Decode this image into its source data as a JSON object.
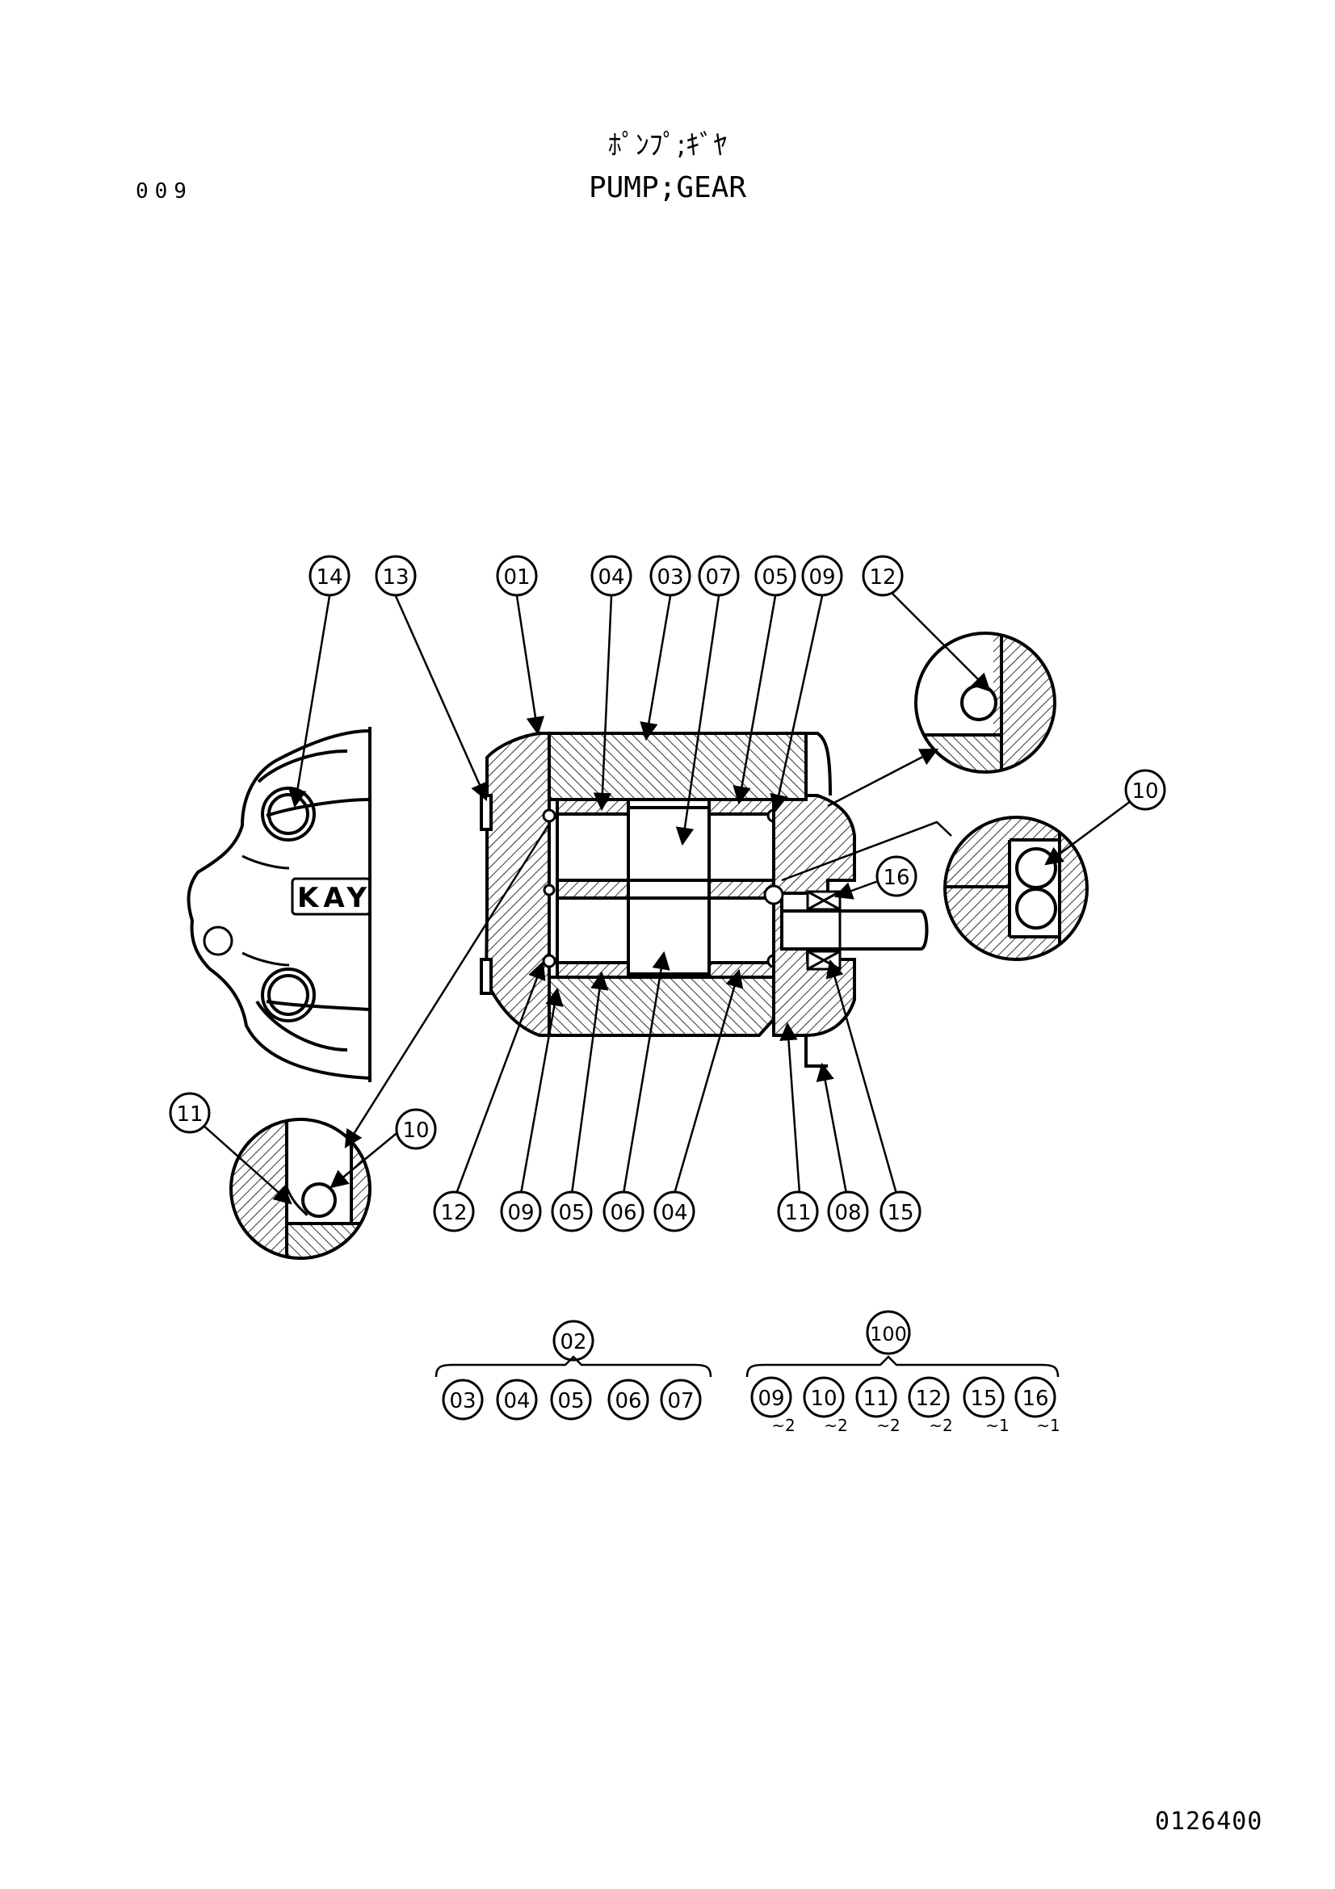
{
  "header": {
    "page_number": "009",
    "title_jp": "ﾎﾟﾝﾌﾟ;ｷﾞﾔ",
    "title_en": "PUMP;GEAR"
  },
  "callouts_top": [
    "14",
    "13",
    "01",
    "04",
    "03",
    "07",
    "05",
    "09",
    "12"
  ],
  "callouts_right": [
    "10",
    "16"
  ],
  "callouts_left_detail": [
    "11",
    "10"
  ],
  "callouts_bottom": [
    "12",
    "09",
    "05",
    "06",
    "04",
    "11",
    "08",
    "15"
  ],
  "housing_logo": "KAY",
  "assembly_02": {
    "label": "02",
    "parts": [
      "03",
      "04",
      "05",
      "06",
      "07"
    ]
  },
  "assembly_100": {
    "label": "100",
    "parts": [
      {
        "num": "09",
        "qty": "~2"
      },
      {
        "num": "10",
        "qty": "~2"
      },
      {
        "num": "11",
        "qty": "~2"
      },
      {
        "num": "12",
        "qty": "~2"
      },
      {
        "num": "15",
        "qty": "~1"
      },
      {
        "num": "16",
        "qty": "~1"
      }
    ]
  },
  "footer": {
    "drawing_number": "0126400"
  }
}
